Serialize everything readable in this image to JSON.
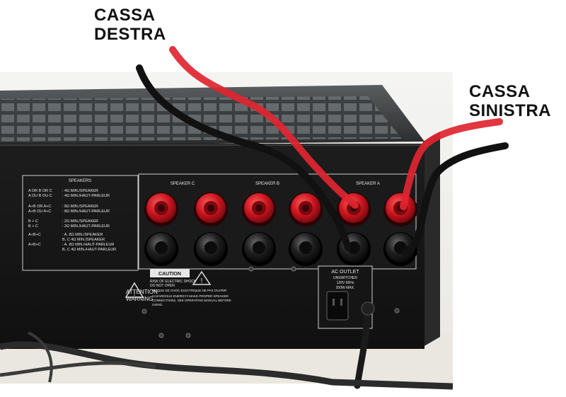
{
  "labels": {
    "right_speaker": [
      "CASSA",
      "DESTRA"
    ],
    "left_speaker": [
      "CASSA",
      "SINISTRA"
    ]
  },
  "panel": {
    "speakers_title": "SPEAKERS",
    "speaker_rows": [
      {
        "combo": "A OR B OR C",
        "value": ": 4Ω  MIN./SPEAKER"
      },
      {
        "combo": "A OU B OU C",
        "value": ": 4Ω  MIN./HAUT-PARLEUR"
      },
      {
        "combo": "A+B OR A+C",
        "value": ": 8Ω  MIN./SPEAKER"
      },
      {
        "combo": "A+B OU A+C",
        "value": ": 8Ω  MIN./HAUT-PARLEUR"
      },
      {
        "combo": "B + C",
        "value": ": 2Ω  MIN./SPEAKER"
      },
      {
        "combo": "B + C",
        "value": ": 2Ω  MIN./HAUT-PARLEUR"
      },
      {
        "combo": "A+B+C",
        "value": ": A.  8Ω  MIN./SPEAKER"
      },
      {
        "combo": "",
        "value": "B, C 4Ω  MIN./SPEAKER"
      },
      {
        "combo": "A+B+C",
        "value": ": A.  8Ω  MIN./HAUT-PARLEUR"
      },
      {
        "combo": "",
        "value": "B, C 4Ω  MIN./HAUT-PARLEUR"
      }
    ],
    "group_labels": [
      "SPEAKER C",
      "SPEAKER B",
      "SPEAKER A"
    ],
    "caution_title": "CAUTION",
    "caution_lines": [
      "RISK OF ELECTRIC SHOCK",
      "DO NOT OPEN"
    ],
    "avis_text": "RISQUE DE CHOC ELECTRIQUE NE PAS OUVRIR",
    "attention_word": "ATTENTION",
    "warning_word": "WARNING",
    "hazard_lines": [
      "HAZARDOUS ENERGY!! MAKE PROPER SPEAKER",
      "CONNECTIONS. SEE OPERATING MANUAL BEFORE",
      "USING."
    ],
    "ac_outlet": [
      "AC OUTLET",
      "UNSWITCHED",
      "120V  60Hz",
      "200W MAX."
    ]
  },
  "colors": {
    "wire_red": "#e02530",
    "wire_black": "#111111",
    "post_red": "#c8141e",
    "chassis": "#171717"
  }
}
